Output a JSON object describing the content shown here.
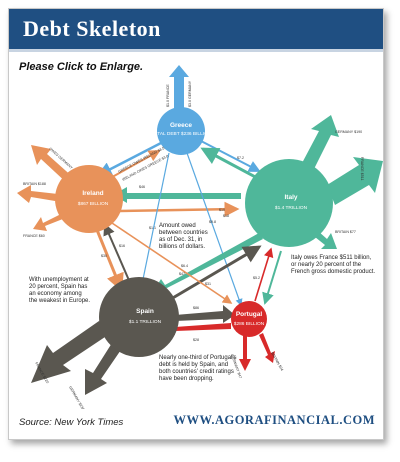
{
  "header": {
    "title": "Debt Skeleton"
  },
  "subtitle": "Please Click to Enlarge.",
  "source": "Source: New York Times",
  "site": "WWW.AGORAFINANCIAL.COM",
  "countries": {
    "greece": {
      "name": "Greece",
      "value": "TOTAL DEBT $236 BILLION",
      "color": "#5aa9e0"
    },
    "ireland": {
      "name": "Ireland",
      "value": "$867 BILLION",
      "color": "#e8925a"
    },
    "italy": {
      "name": "Italy",
      "value": "$1.4 TRILLION",
      "color": "#4fb79a"
    },
    "spain": {
      "name": "Spain",
      "value": "$1.1 TRILLION",
      "color": "#5a5750"
    },
    "portugal": {
      "name": "Portugal",
      "value": "$286 BILLION",
      "color": "#d82a2a"
    }
  },
  "notes": {
    "center_1": "Amount owed",
    "center_2": "between countries",
    "center_3": "as of Dec. 31, in",
    "center_4": "billions of dollars.",
    "italy_1": "Italy owes France $511 billion,",
    "italy_2": "or nearly 20 percent of the",
    "italy_3": "French gross domestic product.",
    "spain_1": "With unemployment at",
    "spain_2": "20 percent, Spain has",
    "spain_3": "an economy among",
    "spain_4": "the weakest in Europe.",
    "portugal_1": "Nearly one-third of Portugal's",
    "portugal_2": "debt is held by Spain, and",
    "portugal_3": "both countries' credit ratings",
    "portugal_4": "have been dropping."
  },
  "flow_labels": {
    "greece_ireland": "GREECE OWES IRELAND $8.5",
    "ireland_greece": "IRELAND OWES GREECE $3.8",
    "italy_greece": "$7.2",
    "ireland_italy": "$46",
    "italy_ireland": "$18",
    "ireland_spain": "$30",
    "spain_ireland": "$16",
    "italy_spain": "$47",
    "spain_italy": "$31",
    "spain_portugal": "$86",
    "portugal_spain": "$28",
    "greece_spain": "$1.1",
    "portugal_italy": "$5.2",
    "ireland_portugal": "$6.4",
    "greece_portugal": "$9.8",
    "portugal_greece": "$10"
  },
  "external_labels": {
    "ireland_britain": "BRITAIN $188",
    "ireland_germany": "OWES GERMANY",
    "ireland_france": "FRANCE $60",
    "greece_ext_1": "$1.0 FRANCE",
    "greece_ext_2": "$3.0 GERMANY",
    "italy_germany": "GERMANY $190",
    "italy_france": "FRANCE $511",
    "italy_britain": "BRITAIN $77",
    "spain_france": "FRANCE $220",
    "spain_germany": "GERMANY $238",
    "portugal_britain": "BRITAIN $24",
    "portugal_germany": "GERMANY $47"
  }
}
